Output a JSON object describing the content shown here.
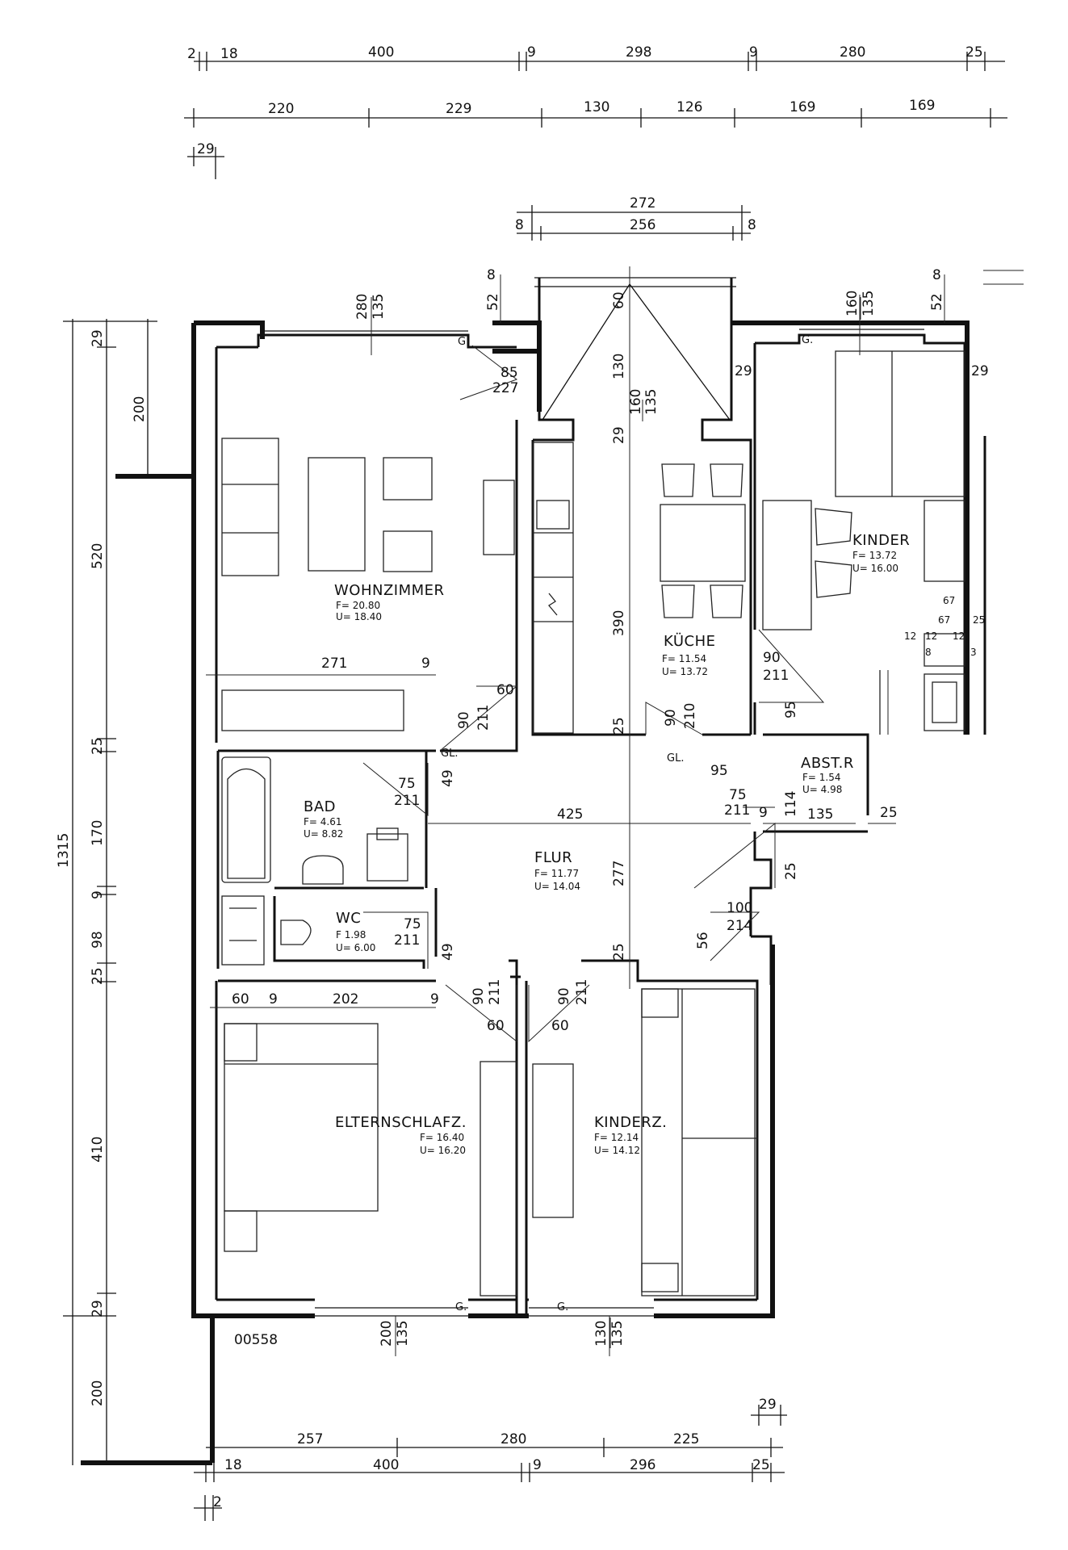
{
  "rooms": {
    "wohnzimmer": {
      "name": "WOHNZIMMER",
      "f": "F= 20.80",
      "u": "U= 18.40"
    },
    "kueche": {
      "name": "KÜCHE",
      "f": "F= 11.54",
      "u": "U= 13.72"
    },
    "kinder": {
      "name": "KINDER",
      "f": "F= 13.72",
      "u": "U= 16.00"
    },
    "bad": {
      "name": "BAD",
      "f": "F= 4.61",
      "u": "U= 8.82"
    },
    "wc": {
      "name": "WC",
      "f": "F 1.98",
      "u": "U= 6.00"
    },
    "flur": {
      "name": "FLUR",
      "f": "F= 11.77",
      "u": "U= 14.04"
    },
    "abstr": {
      "name": "ABST.R",
      "f": "F= 1.54",
      "u": "U= 4.98"
    },
    "eltern": {
      "name": "ELTERNSCHLAFZ.",
      "f": "F= 16.40",
      "u": "U= 16.20"
    },
    "kinderz": {
      "name": "KINDERZ.",
      "f": "F= 12.14",
      "u": "U= 14.12"
    }
  },
  "plan_number": "00558",
  "labels": {
    "g": "G.",
    "gl": "GL."
  },
  "top_dims_1": [
    "2",
    "18",
    "400",
    "9",
    "298",
    "9",
    "280",
    "25"
  ],
  "top_dims_2": [
    "220",
    "229",
    "130",
    "126",
    "169",
    "169"
  ],
  "top_dims_3": [
    "29"
  ],
  "kitchen_window_dims": [
    "272",
    "8",
    "256",
    "8"
  ],
  "left_dims": [
    "29",
    "200",
    "520",
    "25",
    "170",
    "9",
    "98",
    "25",
    "410",
    "29",
    "200",
    "1315"
  ],
  "bottom_dims_1": [
    "29",
    "257",
    "280",
    "225"
  ],
  "bottom_dims_2": [
    "18",
    "400",
    "9",
    "296",
    "25",
    "2"
  ],
  "interior_dims": {
    "wz_window": [
      "280",
      "135"
    ],
    "wz_52": "52",
    "wz_8": "8",
    "wz_85": "85",
    "wz_227": "227",
    "bay": [
      "60",
      "130",
      "160",
      "135",
      "29"
    ],
    "kinder_window": [
      "160",
      "135"
    ],
    "kinder_52": "52",
    "kinder_8": "8",
    "kinder_29l": "29",
    "kinder_29r": "29",
    "wz_271": "271",
    "wz_9": "9",
    "wz_door": [
      "60",
      "90",
      "211"
    ],
    "kueche_390": "390",
    "kueche_25": "25",
    "kueche_door": [
      "90",
      "210"
    ],
    "kinder_door": [
      "90",
      "211",
      "95"
    ],
    "kinder_small": [
      "67",
      "67",
      "12",
      "12",
      "12",
      "25",
      "3",
      "8"
    ],
    "bad_door": [
      "75",
      "211",
      "49"
    ],
    "flur_425": "425",
    "flur_277": "277",
    "abst": [
      "95",
      "75",
      "211",
      "9",
      "114",
      "135",
      "25",
      "25"
    ],
    "wc_door": [
      "75",
      "211",
      "49"
    ],
    "flur_door_right": [
      "100",
      "214",
      "56"
    ],
    "flur_25": "25",
    "eltern_top": [
      "60",
      "9",
      "202",
      "9"
    ],
    "eltern_door": [
      "90",
      "211",
      "60"
    ],
    "kinderz_door": [
      "90",
      "211",
      "60"
    ],
    "bottom_window_l": [
      "200",
      "135"
    ],
    "bottom_window_r": [
      "130",
      "135"
    ]
  }
}
